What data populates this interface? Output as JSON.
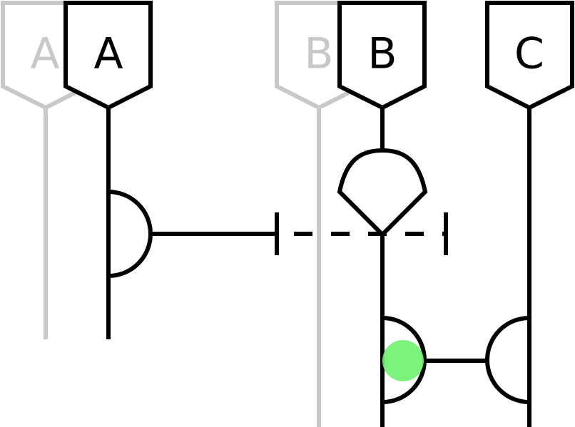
{
  "diagram": {
    "colors": {
      "stroke": "#000000",
      "ghost": "#c8c8c8",
      "background": "#ffffff",
      "highlight": "#6ef26e"
    },
    "labels": {
      "ghost_a": "A",
      "a": "A",
      "ghost_b": "B",
      "b": "B",
      "c": "C"
    }
  }
}
